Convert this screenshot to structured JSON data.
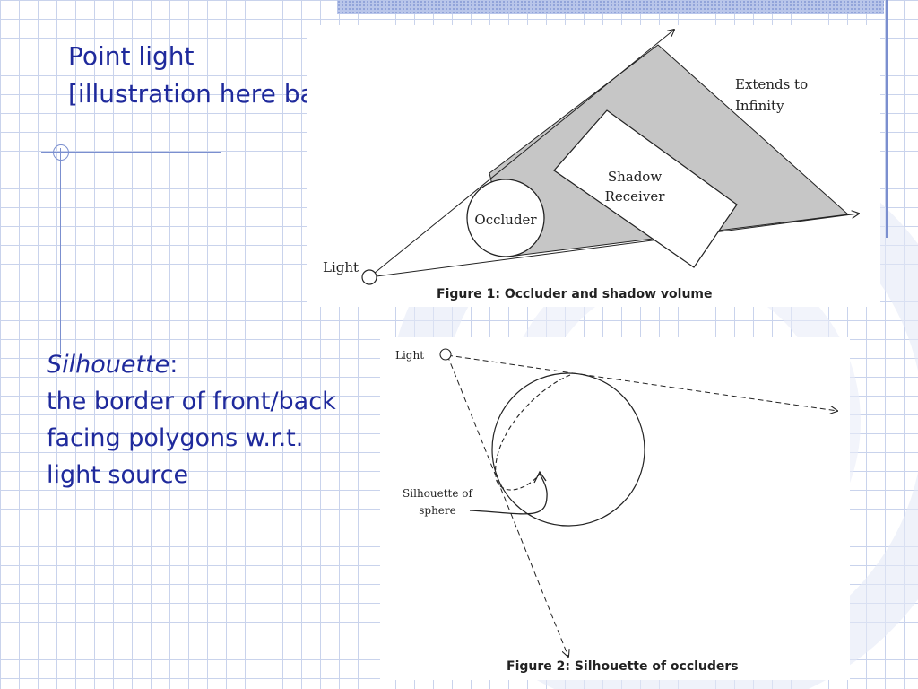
{
  "slide": {
    "title_line1": "Point light",
    "title_line2": "[illustration here based on point light]",
    "body_term": "Silhouette",
    "body_colon": ":",
    "body_line2": "the border of front/back",
    "body_line3": "facing polygons w.r.t.",
    "body_line4": "light source"
  },
  "figure1": {
    "light_label": "Light",
    "occluder_label": "Occluder",
    "receiver_line1": "Shadow",
    "receiver_line2": "Receiver",
    "extends_line1": "Extends to",
    "extends_line2": "Infinity",
    "caption": "Figure 1: Occluder and shadow volume"
  },
  "figure2": {
    "light_label": "Light",
    "silhouette_line1": "Silhouette of",
    "silhouette_line2": "sphere",
    "caption": "Figure 2: Silhouette of occluders"
  },
  "colors": {
    "text_blue": "#1f2a9c",
    "grid": "#c9d3ec",
    "shadow_gray": "#c6c6c6",
    "rule_blue": "#7b8fcf"
  }
}
